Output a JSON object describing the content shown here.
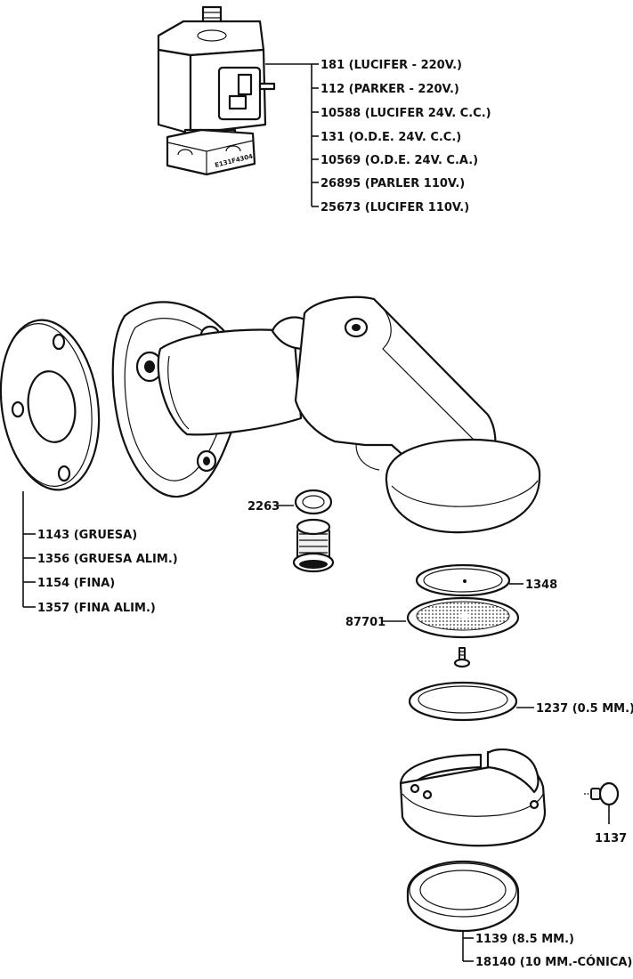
{
  "solenoid_valve": {
    "body_marking": "E131F4304",
    "callouts": [
      "181 (LUCIFER - 220V.)",
      "112 (PARKER - 220V.)",
      "10588 (LUCIFER 24V. C.C.)",
      "131 (O.D.E. 24V. C.C.)",
      "10569 (O.D.E. 24V. C.A.)",
      "26895 (PARLER 110V.)",
      "25673 (LUCIFER 110V.)"
    ]
  },
  "gasket": {
    "callouts": [
      "1143 (GRUESA)",
      "1356 (GRUESA ALIM.)",
      "1154 (FINA)",
      "1357 (FINA ALIM.)"
    ]
  },
  "parts": {
    "ring_small": "2263",
    "shower_gasket": "1348",
    "shower_screen": "87701",
    "spacer_ring": "1237 (0.5 MM.)",
    "screw_pin": "1137",
    "bottom_gasket": [
      "1139 (8.5 MM.)",
      "18140 (10 MM.-CÓNICA)"
    ]
  }
}
